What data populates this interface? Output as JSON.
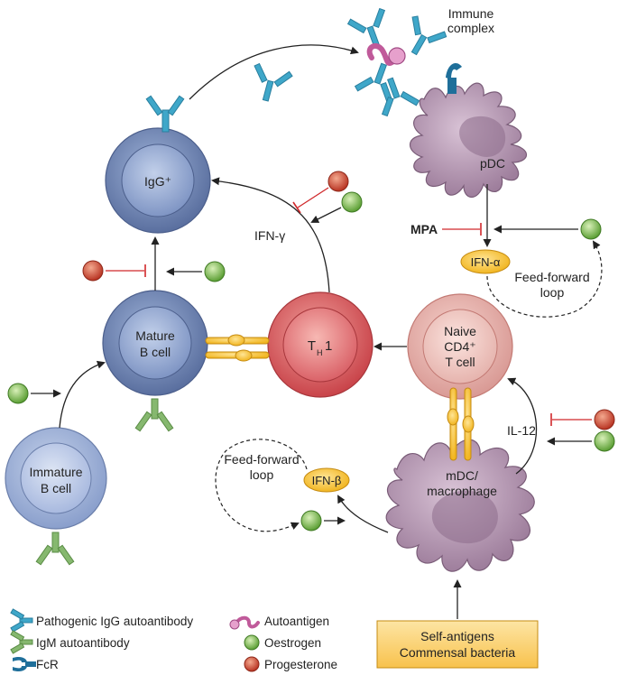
{
  "colors": {
    "blue_cell": "#6f86b6",
    "red_cell": "#d9595d",
    "purple_cell": "#a98aa6",
    "antibody_igg": "#3fa7c9",
    "antibody_igm": "#7fb26a",
    "oestrogen": "#7cc04c",
    "progesterone": "#d2452e",
    "cytokine": "#f6c33f",
    "box": "#fbd070",
    "inhibit": "#d0282b"
  },
  "labels": {
    "immune_complex": [
      "Immune",
      "complex"
    ],
    "pdc": "pDC",
    "igg": "IgG⁺",
    "ifn_gamma": "IFN-γ",
    "mpa": "MPA",
    "ifn_alpha": "IFN-α",
    "feed_forward_top": [
      "Feed-forward",
      "loop"
    ],
    "mature_b": [
      "Mature",
      "B cell"
    ],
    "th1_main": "T",
    "th1_sub": "H",
    "th1_tail": "1",
    "naive": [
      "Naive",
      "CD4⁺",
      "T cell"
    ],
    "il12": "IL-12",
    "immature_b": [
      "Immature",
      "B cell"
    ],
    "feed_forward_bottom": [
      "Feed-forward",
      "loop"
    ],
    "ifn_beta": "IFN-β",
    "mdc": [
      "mDC/",
      "macrophage"
    ],
    "self_antigens": [
      "Self-antigens",
      "Commensal bacteria"
    ]
  },
  "legend": {
    "pathogenic_igg": "Pathogenic IgG autoantibody",
    "igm": "IgM autoantibody",
    "fcr": "FcR",
    "autoantigen": "Autoantigen",
    "oestrogen": "Oestrogen",
    "progesterone": "Progesterone"
  }
}
